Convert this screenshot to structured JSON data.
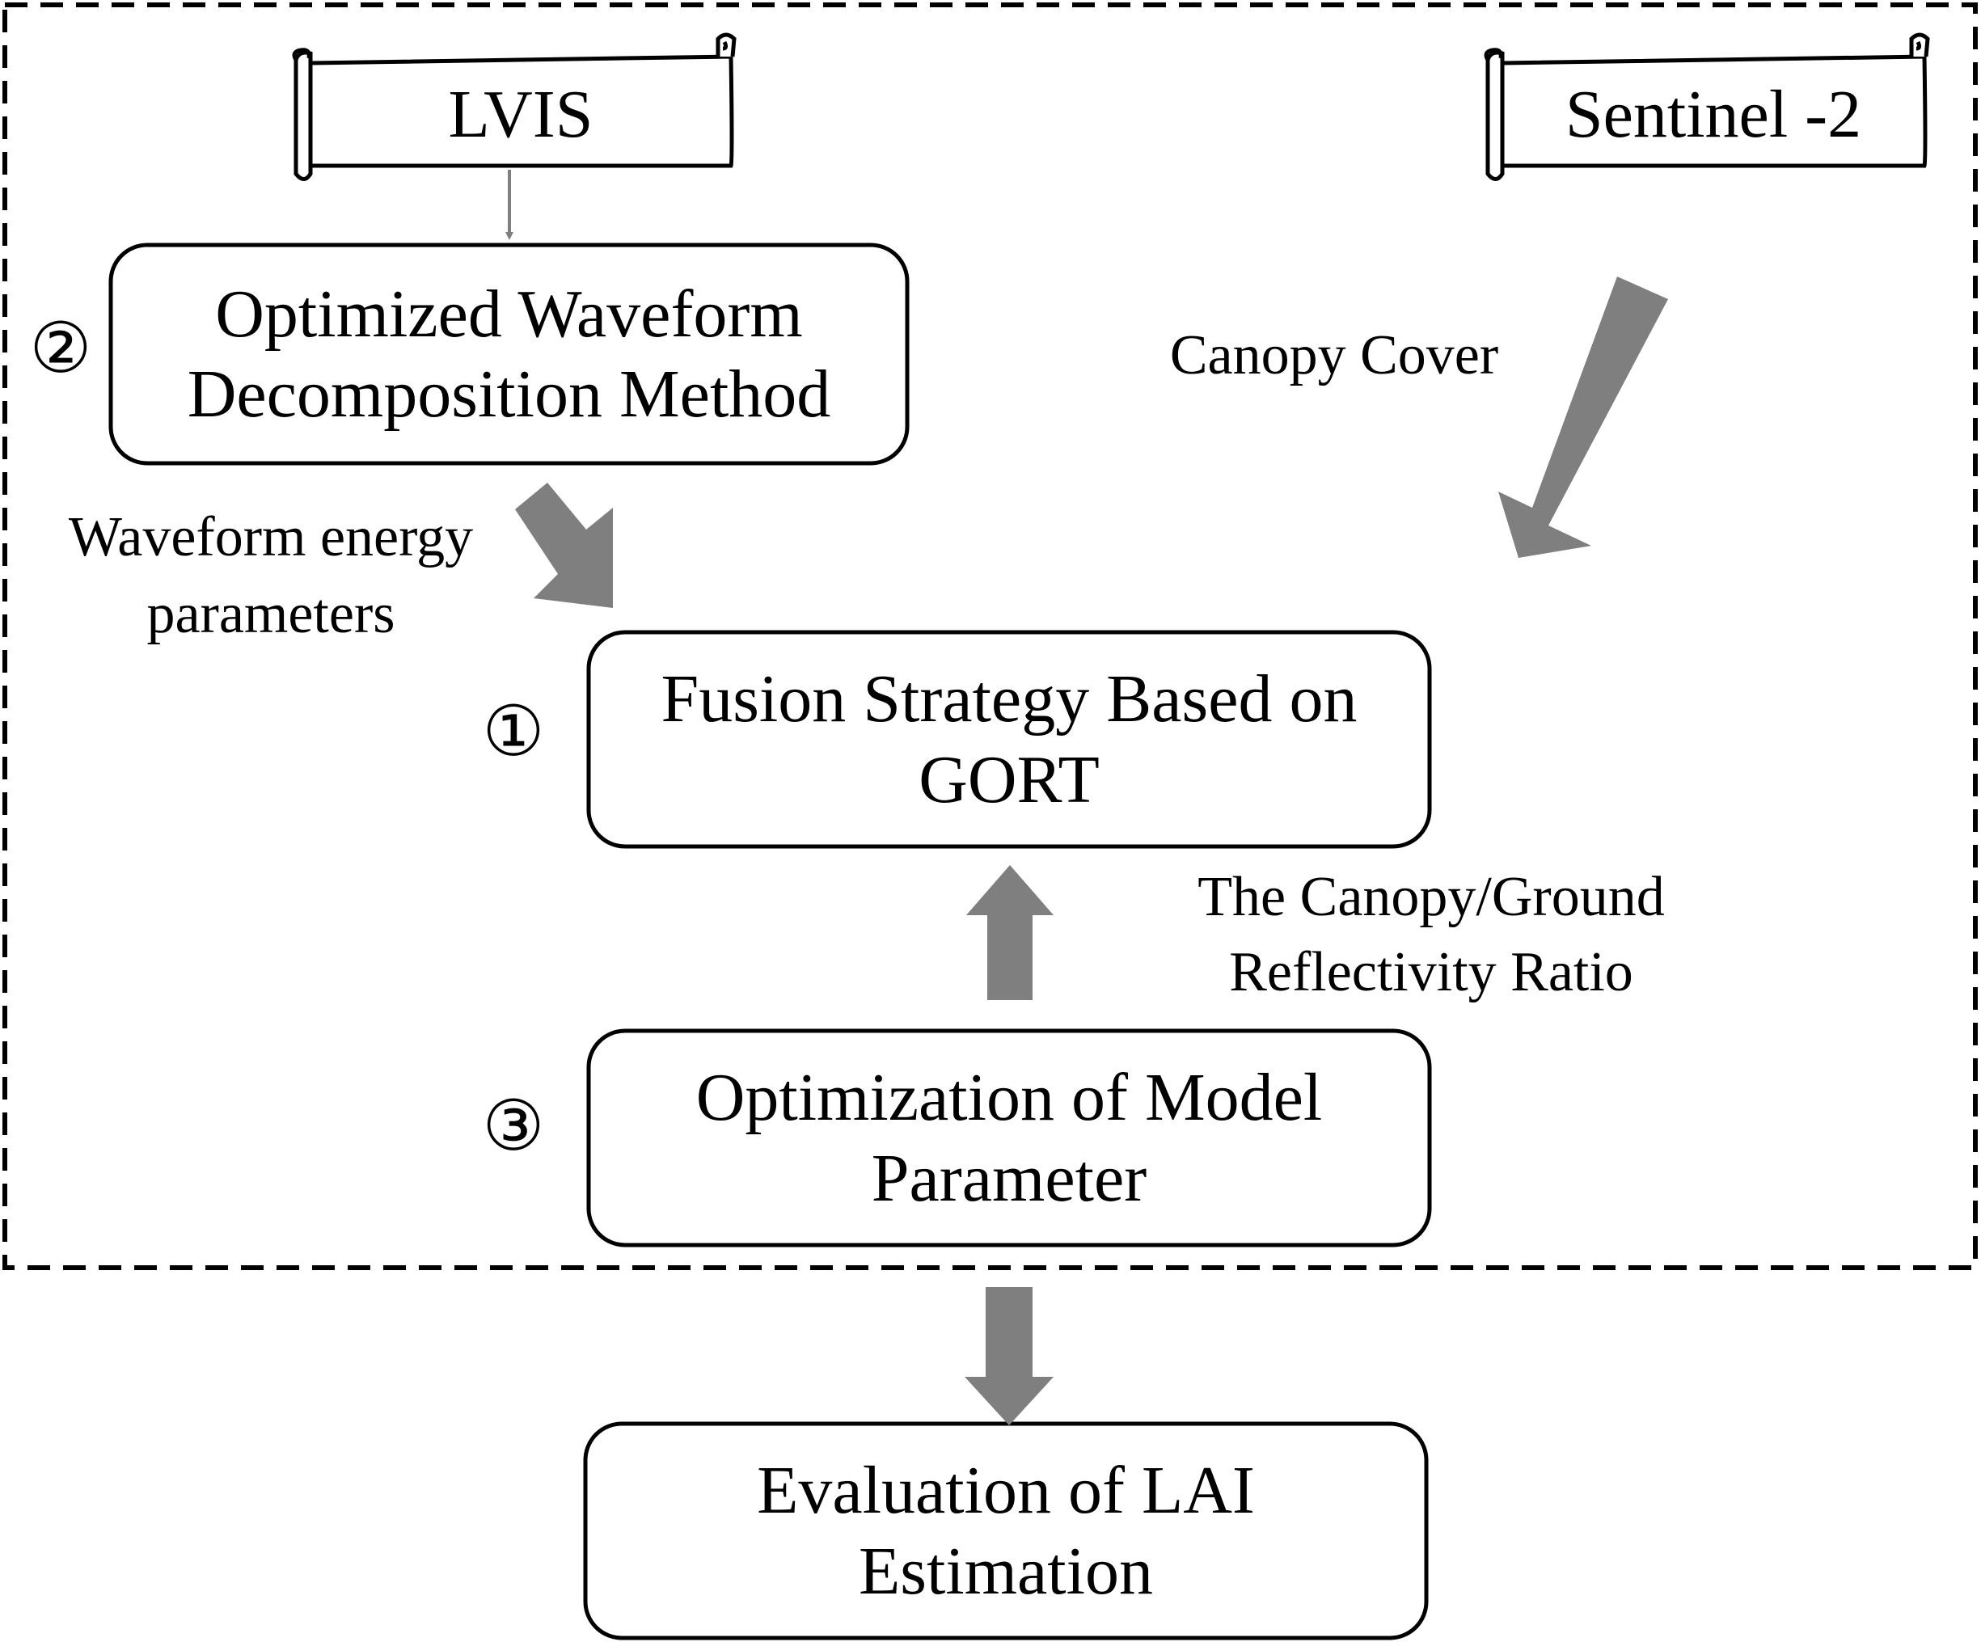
{
  "sources": {
    "lvis": "LVIS",
    "sentinel": "Sentinel -2"
  },
  "boxes": {
    "waveform": {
      "line1": "Optimized  Waveform",
      "line2": "Decomposition  Method",
      "marker": "②"
    },
    "fusion": {
      "line1": "Fusion Strategy Based on",
      "line2": "GORT",
      "marker": "①"
    },
    "optimization": {
      "line1": "Optimization of Model",
      "line2": "Parameter",
      "marker": "③"
    },
    "evaluation": {
      "line1": "Evaluation  of LAI",
      "line2": "Estimation"
    }
  },
  "edge_labels": {
    "canopy_cover": "Canopy Cover",
    "waveform_energy_line1": "Waveform energy",
    "waveform_energy_line2": "parameters",
    "ratio_line1": "The Canopy/Ground",
    "ratio_line2": "Reflectivity Ratio"
  },
  "colors": {
    "arrow": "#7f7f7f",
    "border": "#000000",
    "background": "#ffffff"
  }
}
